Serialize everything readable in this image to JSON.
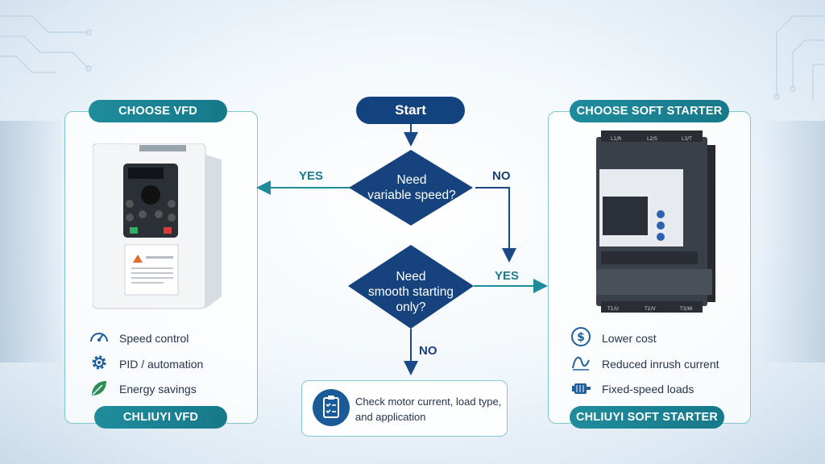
{
  "start": "Start",
  "decision1": {
    "line1": "Need",
    "line2": "variable speed?"
  },
  "decision2": {
    "line1": "Need",
    "line2": "smooth starting",
    "line3": "only?"
  },
  "branches": {
    "yes_left": "YES",
    "no_right": "NO",
    "yes_right": "YES",
    "no_down": "NO"
  },
  "left_panel": {
    "header": "CHOOSE VFD",
    "footer": "CHLIUYI VFD",
    "features": [
      "Speed control",
      "PID / automation",
      "Energy savings"
    ]
  },
  "right_panel": {
    "header": "CHOOSE SOFT STARTER",
    "footer": "CHLIUYI SOFT STARTER",
    "features": [
      "Lower cost",
      "Reduced inrush current",
      "Fixed-speed loads"
    ],
    "terminals_top": [
      "L1/R",
      "L2/S",
      "L3/T"
    ],
    "terminals_bottom": [
      "T1/U",
      "T2/V",
      "T3/W"
    ]
  },
  "check_box": {
    "line1": "Check motor current, load type,",
    "line2": "and application"
  },
  "colors": {
    "teal": "#1f8c9c",
    "navy": "#13437f",
    "diamond": "#16437e",
    "arrow_teal": "#1f8c9c",
    "arrow_navy": "#1a4a86"
  }
}
